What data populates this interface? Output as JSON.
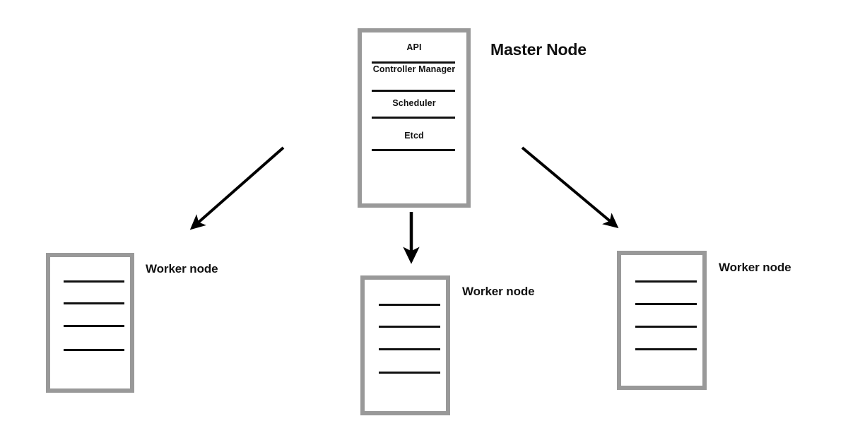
{
  "diagram": {
    "title_text": "Master Node",
    "master_node": {
      "label": "Master Node",
      "components": [
        {
          "name": "api",
          "label": "API"
        },
        {
          "name": "controller-manager",
          "label": "Controller Manager"
        },
        {
          "name": "scheduler",
          "label": "Scheduler"
        },
        {
          "name": "etcd",
          "label": "Etcd"
        }
      ]
    },
    "worker_nodes": [
      {
        "id": "left",
        "label": "Worker node",
        "line_count": 4
      },
      {
        "id": "center",
        "label": "Worker node",
        "line_count": 4
      },
      {
        "id": "right",
        "label": "Worker node",
        "line_count": 4
      }
    ],
    "connections": [
      {
        "from": "master-node",
        "to": "worker-node-left",
        "style": "arrow"
      },
      {
        "from": "master-node",
        "to": "worker-node-center",
        "style": "arrow"
      },
      {
        "from": "master-node",
        "to": "worker-node-right",
        "style": "arrow"
      }
    ],
    "colors": {
      "box_border": "#999999",
      "line": "#111111",
      "text": "#111111",
      "background": "#ffffff",
      "arrow": "#000000"
    }
  }
}
